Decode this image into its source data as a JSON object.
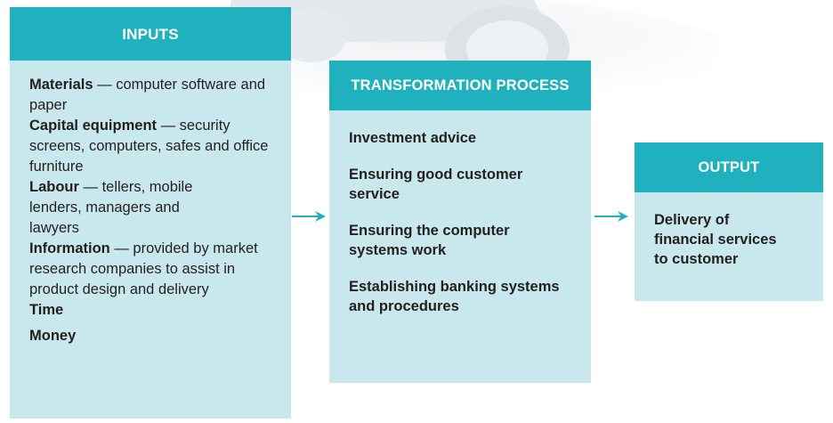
{
  "inputs": {
    "title": "INPUTS",
    "items": [
      {
        "label": "Materials",
        "text": " — computer software and paper"
      },
      {
        "label": "Capital equipment",
        "text": " — security screens, computers, safes and office furniture"
      },
      {
        "label": "Labour",
        "text": " — tellers, mobile lenders, managers and lawyers"
      },
      {
        "label": "Information",
        "text": " — provided by market research companies to assist in product design and delivery"
      },
      {
        "label": "Time",
        "text": ""
      },
      {
        "label": "Money",
        "text": ""
      }
    ]
  },
  "transformation": {
    "title": "TRANSFORMATION PROCESS",
    "items": [
      "Investment advice",
      "Ensuring good customer service",
      "Ensuring the computer systems work",
      "Establishing banking systems and procedures"
    ]
  },
  "output": {
    "title": "OUTPUT",
    "text": "Delivery of financial services to customer"
  },
  "colors": {
    "header": "#1fb1bd",
    "panel": "#c9e8ed",
    "arrow": "#1fb1bd",
    "text": "#231f20"
  },
  "background_image": "car-photo-faded"
}
